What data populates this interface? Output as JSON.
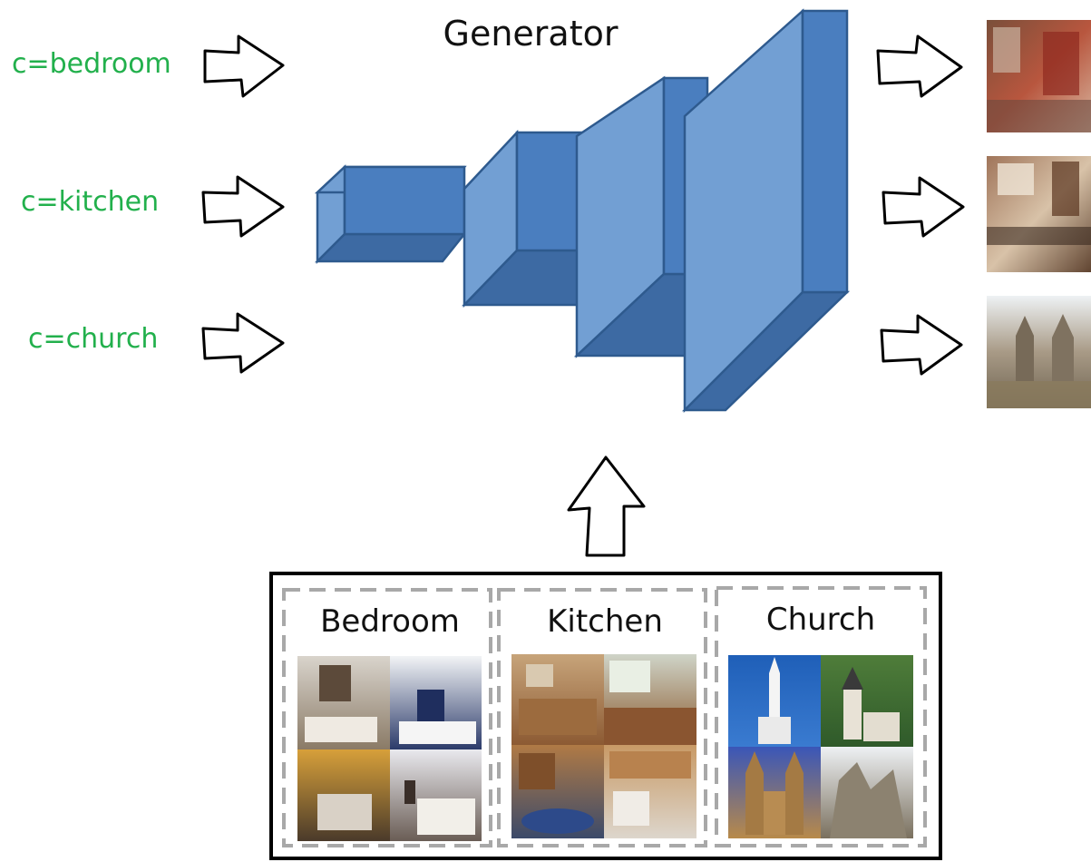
{
  "generator_title": "Generator",
  "conditions": [
    "c=bedroom",
    "c=kitchen",
    "c=church"
  ],
  "categories": [
    "Bedroom",
    "Kitchen",
    "Church"
  ],
  "colors": {
    "condition_text": "#22b04c",
    "block_front": "#4a7ebf",
    "block_side": "#729fd3",
    "block_edge": "#2e5a8e"
  }
}
